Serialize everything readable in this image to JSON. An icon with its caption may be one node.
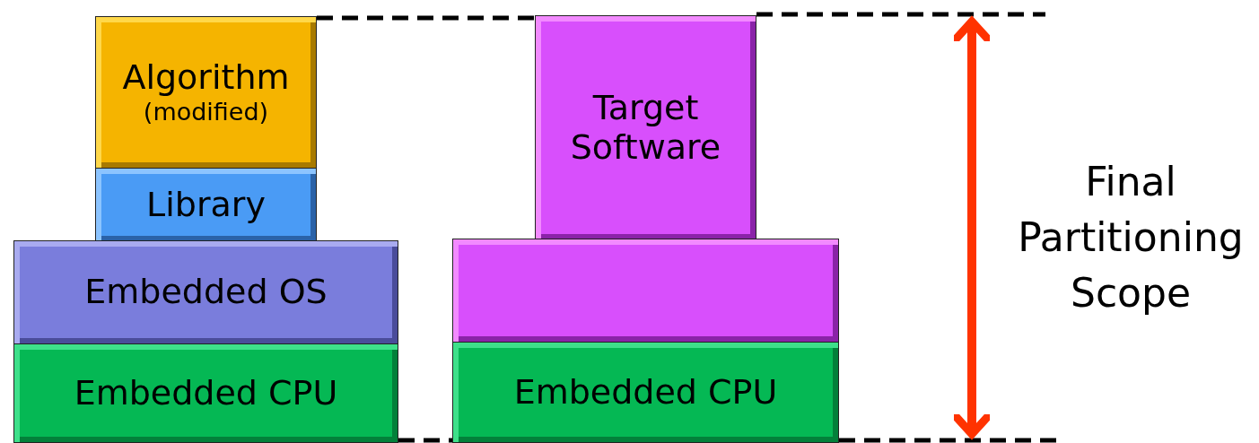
{
  "diagram": {
    "nodes": [
      {
        "text": [
          "Algorithm",
          "(modified)"
        ]
      },
      {
        "text": [
          "Library"
        ]
      },
      {
        "text": [
          "Embedded OS"
        ]
      },
      {
        "text": [
          "Embedded CPU"
        ]
      },
      {
        "text": [
          "Target Software"
        ]
      },
      {
        "text": [],
        "shape": "box"
      },
      {
        "text": [
          "Embedded CPU"
        ]
      }
    ],
    "edges": [],
    "labels": [
      "Final Partitioning Scope"
    ]
  }
}
